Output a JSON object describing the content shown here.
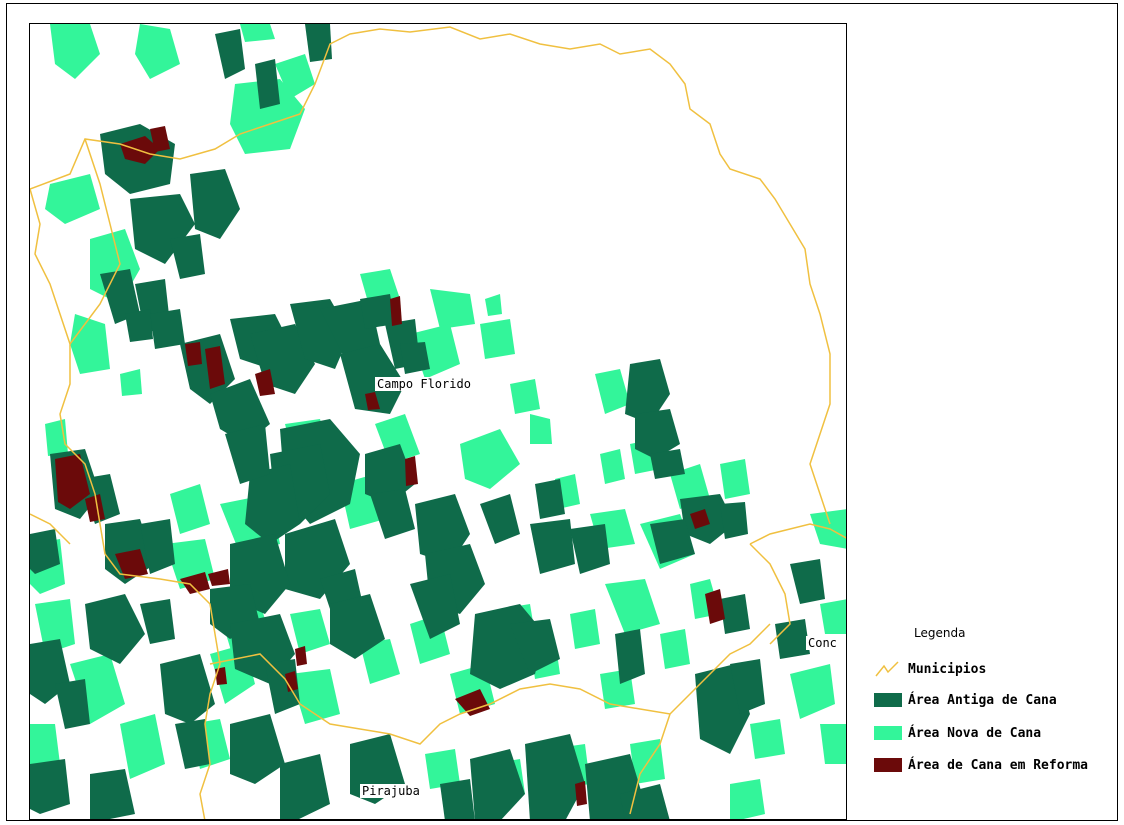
{
  "map": {
    "place_labels": {
      "campo_florido": "Campo Florido",
      "pirajuba": "Pirajuba",
      "conc": "Conc"
    }
  },
  "legend": {
    "title": "Legenda",
    "items": [
      {
        "label": "Municipios",
        "symbol": "line",
        "color": "#f0c040"
      },
      {
        "label": "Área Antiga de Cana",
        "symbol": "fill",
        "color": "#0f6b4a"
      },
      {
        "label": "Área Nova de Cana",
        "symbol": "fill",
        "color": "#33f59a"
      },
      {
        "label": "Área de Cana em Reforma",
        "symbol": "fill",
        "color": "#6b0a0a"
      }
    ]
  },
  "colors": {
    "boundary": "#f0c040",
    "old_cane": "#0f6b4a",
    "new_cane": "#33f59a",
    "reform_cane": "#6b0a0a"
  }
}
